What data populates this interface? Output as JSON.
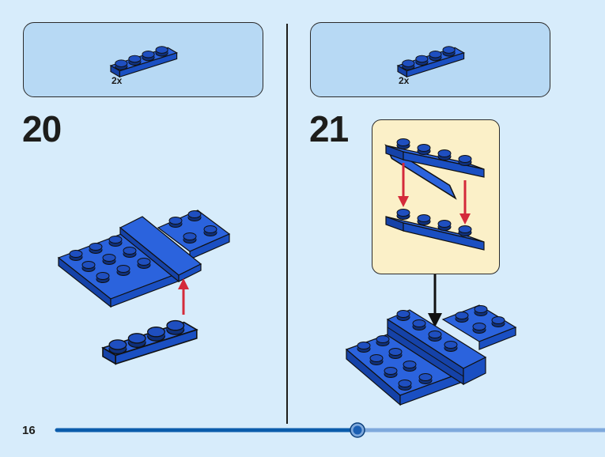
{
  "page": {
    "number": "16",
    "progress": 0.56
  },
  "steps": [
    {
      "number": "20",
      "parts_qty": "2x"
    },
    {
      "number": "21",
      "parts_qty": "2x"
    }
  ],
  "colors": {
    "background": "#d7ecfb",
    "parts_box": "#b7d9f4",
    "callout": "#fbf0c8",
    "brick_blue": "#1e5bd6",
    "arrow_red": "#d42a3a",
    "progress_done": "#0b5cab",
    "progress_todo": "#7fa9dc"
  },
  "icons": [
    "blue-1x4-plate",
    "red-arrow",
    "black-arrow",
    "progress-knob"
  ]
}
